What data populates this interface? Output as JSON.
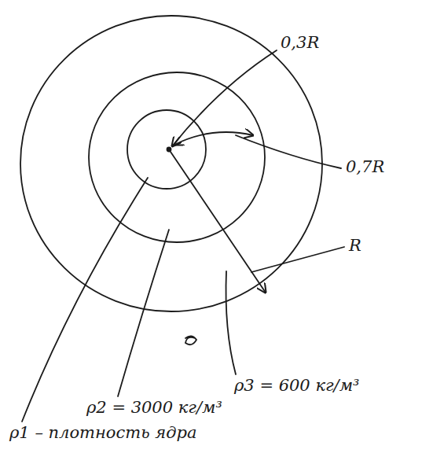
{
  "diagram": {
    "labels": [
      "0,3R",
      "0,7R",
      "R",
      "ρ3 = 600 кг/м³",
      "ρ2 = 3000 кг/м³",
      "ρ1 – плотность ядра"
    ]
  }
}
